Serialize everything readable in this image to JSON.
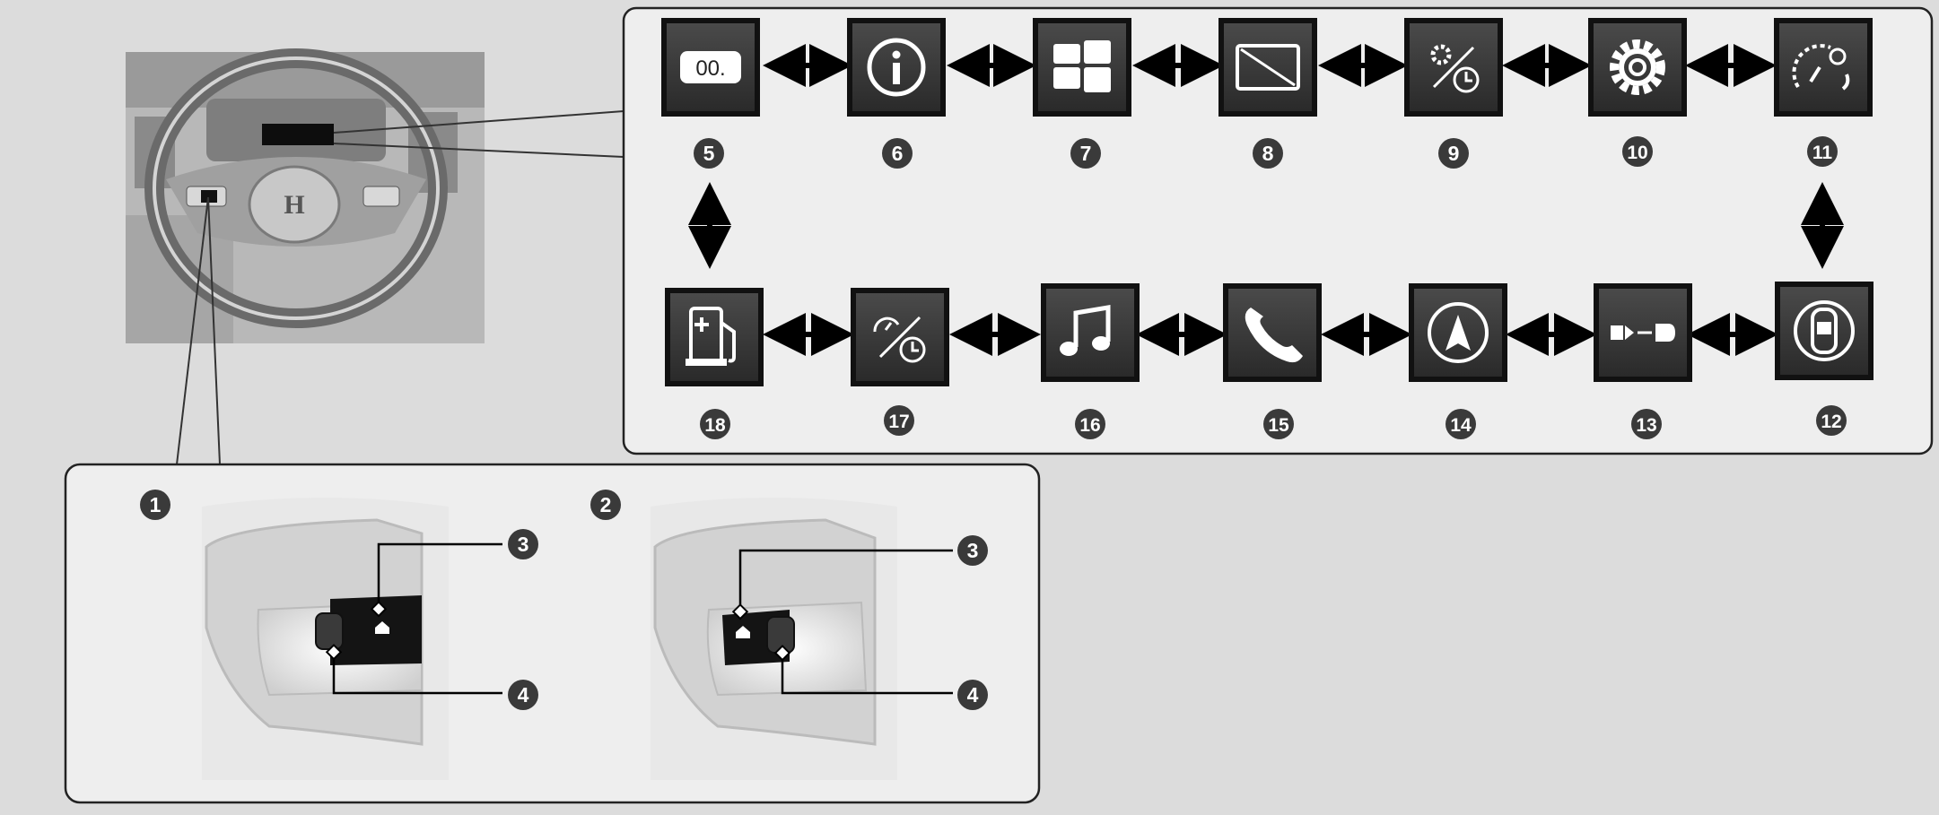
{
  "callouts": [
    "1",
    "2",
    "3",
    "4",
    "5",
    "6",
    "7",
    "8",
    "9",
    "10",
    "11",
    "12",
    "13",
    "14",
    "15",
    "16",
    "17",
    "18"
  ],
  "icons": {
    "5": {
      "name": "odometer-display-icon",
      "text": "00."
    },
    "6": {
      "name": "info-icon"
    },
    "7": {
      "name": "split-screen-icon"
    },
    "8": {
      "name": "blank-screen-icon"
    },
    "9": {
      "name": "settings-timer-icon"
    },
    "10": {
      "name": "gear-icon"
    },
    "11": {
      "name": "meter-brightness-icon"
    },
    "12": {
      "name": "door-status-icon"
    },
    "13": {
      "name": "vehicle-following-icon"
    },
    "14": {
      "name": "navigation-compass-icon"
    },
    "15": {
      "name": "phone-icon"
    },
    "16": {
      "name": "music-icon"
    },
    "17": {
      "name": "speed-time-icon"
    },
    "18": {
      "name": "fuel-pump-icon"
    }
  },
  "colors": {
    "background": "#dcdcdc",
    "panel": "#eeeeee",
    "tile": "#1b1b1b",
    "badge": "#3c3c3c"
  }
}
